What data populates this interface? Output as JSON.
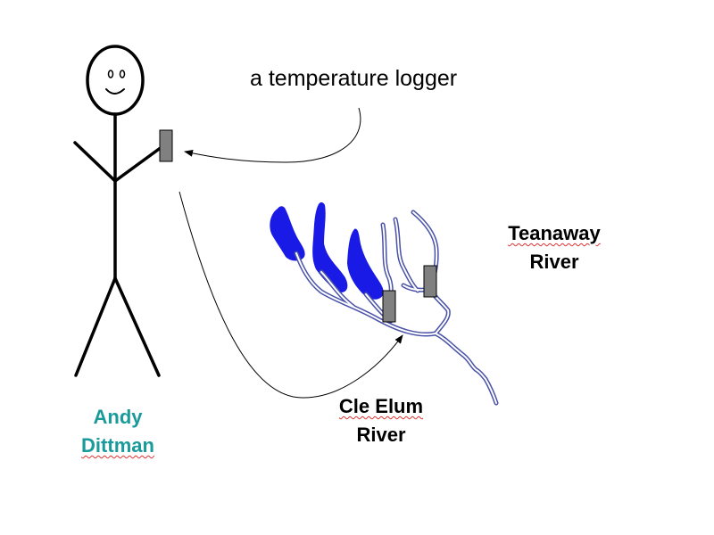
{
  "labels": {
    "logger": "a temperature logger",
    "person_first": "Andy",
    "person_last": "Dittman",
    "teanaway_line1": "Teanaway",
    "teanaway_line2": "River",
    "cle_elum_line1": "Cle Elum",
    "cle_elum_line2": "River"
  },
  "colors": {
    "background": "#ffffff",
    "ink": "#000000",
    "name_teal": "#1a9a9a",
    "lake_blue": "#1a1ae6",
    "river_outline": "#4a52a8",
    "logger_gray": "#808080"
  }
}
